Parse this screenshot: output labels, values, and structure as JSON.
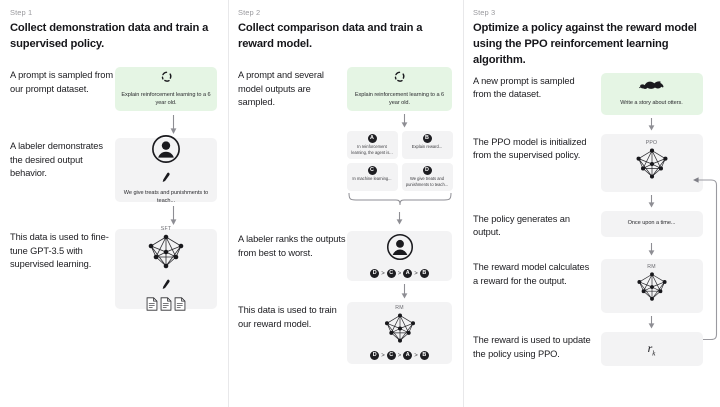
{
  "columns": [
    {
      "step_label": "Step 1",
      "title": "Collect demonstration data and train a supervised policy.",
      "rows": [
        {
          "desc": "A prompt is sampled from our prompt dataset.",
          "card_text": "Explain reinforcement learning to a 6 year old.",
          "icon": "recycle-icon"
        },
        {
          "desc": "A labeler demonstrates the desired output behavior.",
          "card_text": "We give treats and punishments to teach...",
          "icon": "labeler-person-icon"
        },
        {
          "desc": "This data is used to fine-tune GPT-3.5 with supervised learning.",
          "tag": "SFT",
          "icon": "neural-network-icon"
        }
      ]
    },
    {
      "step_label": "Step 2",
      "title": "Collect comparison data and train a reward model.",
      "rows": [
        {
          "desc": "A prompt and several model outputs are sampled.",
          "card_text": "Explain reinforcement learning to a 6 year old.",
          "icon": "recycle-icon"
        },
        {
          "desc": "A labeler ranks the outputs from best to worst.",
          "icon": "labeler-person-icon"
        },
        {
          "desc": "This data is used to train our reward model.",
          "tag": "RM",
          "icon": "neural-network-icon"
        }
      ],
      "outputs": [
        {
          "letter": "A",
          "text": "In reinforcement learning, the agent is..."
        },
        {
          "letter": "B",
          "text": "Explain reward..."
        },
        {
          "letter": "C",
          "text": "In machine learning..."
        },
        {
          "letter": "D",
          "text": "We give treats and punishments to teach..."
        }
      ],
      "ranking": [
        "D",
        "C",
        "A",
        "B"
      ]
    },
    {
      "step_label": "Step 3",
      "title": "Optimize a policy against the reward model using the PPO reinforcement learning algorithm.",
      "rows": [
        {
          "desc": "A new prompt is sampled from the dataset.",
          "card_text": "Write a story about otters.",
          "icon": "otter-icon"
        },
        {
          "desc": "The PPO model is initialized from the supervised policy.",
          "tag": "PPO",
          "icon": "neural-network-icon"
        },
        {
          "desc": "The policy generates an output.",
          "card_text": "Once upon a time...",
          "icon": ""
        },
        {
          "desc": "The reward model calculates a reward for the output.",
          "tag": "RM",
          "icon": "neural-network-icon"
        },
        {
          "desc": "The reward is used to update the policy using PPO.",
          "reward_symbol": "r",
          "reward_subscript": "k",
          "icon": "reward-symbol-icon"
        }
      ]
    }
  ],
  "colors": {
    "prompt_card_bg": "#e5f5e4",
    "card_bg": "#f3f3f4",
    "text": "#1c1c20",
    "muted": "#9a9a9e",
    "badge_bg": "#1e1e22"
  }
}
